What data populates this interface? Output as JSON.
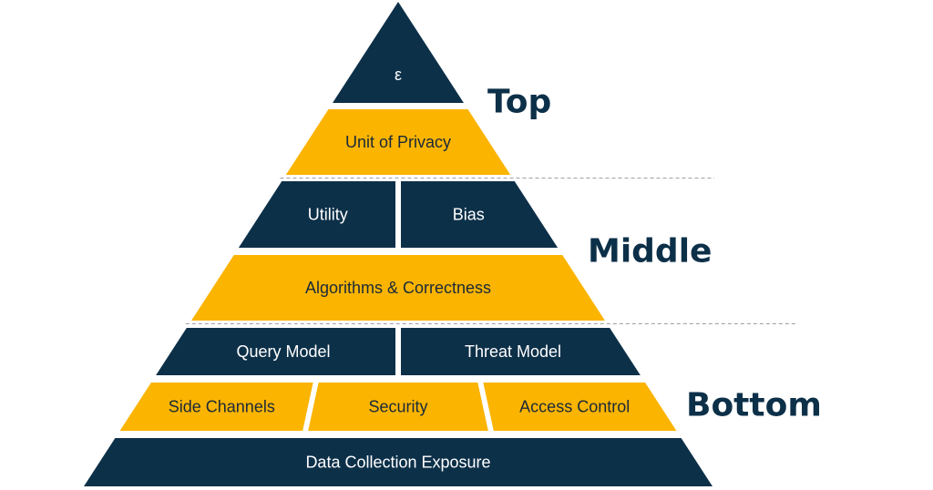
{
  "colors": {
    "navy": "#0d3049",
    "gold": "#fbb400",
    "on_navy_text": "#ffffff",
    "on_gold_text": "#1a2a3a",
    "tier_text": "#0d3049",
    "divider": "#9aa0a6"
  },
  "tiers": [
    {
      "id": "top",
      "label": "Top"
    },
    {
      "id": "middle",
      "label": "Middle"
    },
    {
      "id": "bottom",
      "label": "Bottom"
    }
  ],
  "rows": [
    {
      "id": "epsilon",
      "tier": "top",
      "color": "navy",
      "segments": [
        "ε"
      ]
    },
    {
      "id": "unit-of-privacy",
      "tier": "top",
      "color": "gold",
      "segments": [
        "Unit of Privacy"
      ]
    },
    {
      "id": "utility-bias",
      "tier": "middle",
      "color": "navy",
      "segments": [
        "Utility",
        "Bias"
      ]
    },
    {
      "id": "algorithms",
      "tier": "middle",
      "color": "gold",
      "segments": [
        "Algorithms & Correctness"
      ]
    },
    {
      "id": "models",
      "tier": "bottom",
      "color": "navy",
      "segments": [
        "Query Model",
        "Threat Model"
      ]
    },
    {
      "id": "security-row",
      "tier": "bottom",
      "color": "gold",
      "segments": [
        "Side Channels",
        "Security",
        "Access Control"
      ]
    },
    {
      "id": "data-collection",
      "tier": "bottom",
      "color": "navy",
      "segments": [
        "Data Collection Exposure"
      ]
    }
  ]
}
